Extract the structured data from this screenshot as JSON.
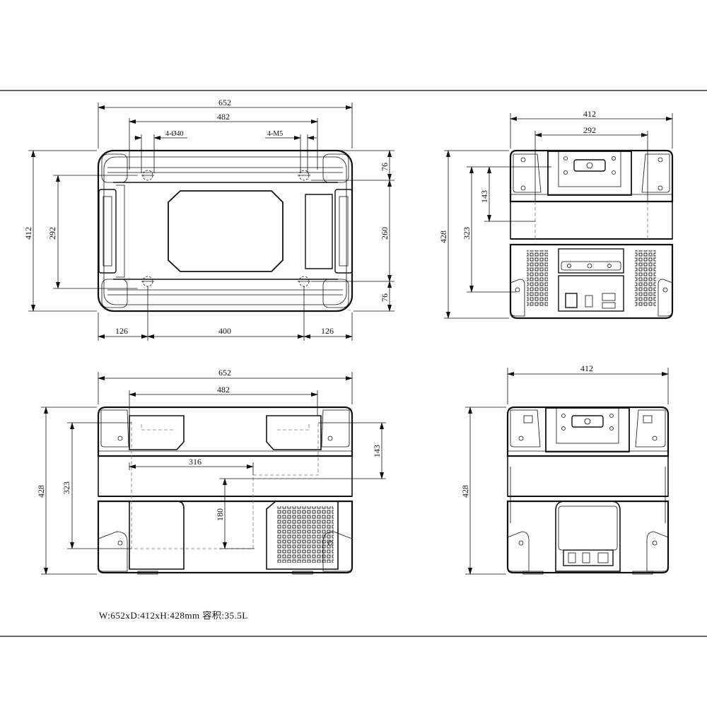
{
  "top_view": {
    "dims": {
      "overall_width": "652",
      "inner_width": "482",
      "hole_note": "4-Ø40",
      "thread_note": "4-M5",
      "overall_depth": "412",
      "inner_depth": "292",
      "top_offset": "76",
      "hole_pitch": "260",
      "bottom_offset": "76",
      "left_offset": "126",
      "hole_span": "400",
      "right_offset": "126"
    }
  },
  "side_view_right_top": {
    "dims": {
      "overall_width": "412",
      "inner_width": "292",
      "lid_height": "143",
      "body_height": "323",
      "overall_height": "428"
    }
  },
  "front_view": {
    "dims": {
      "overall_width": "652",
      "inner_width": "482",
      "compartment_width": "316",
      "compartment_height": "180",
      "lid_height": "143",
      "body_height": "323",
      "overall_height": "428"
    }
  },
  "side_view_right_bottom": {
    "dims": {
      "overall_width": "412",
      "overall_height": "428"
    }
  },
  "caption": "W:652xD:412xH:428mm   容积:35.5L"
}
